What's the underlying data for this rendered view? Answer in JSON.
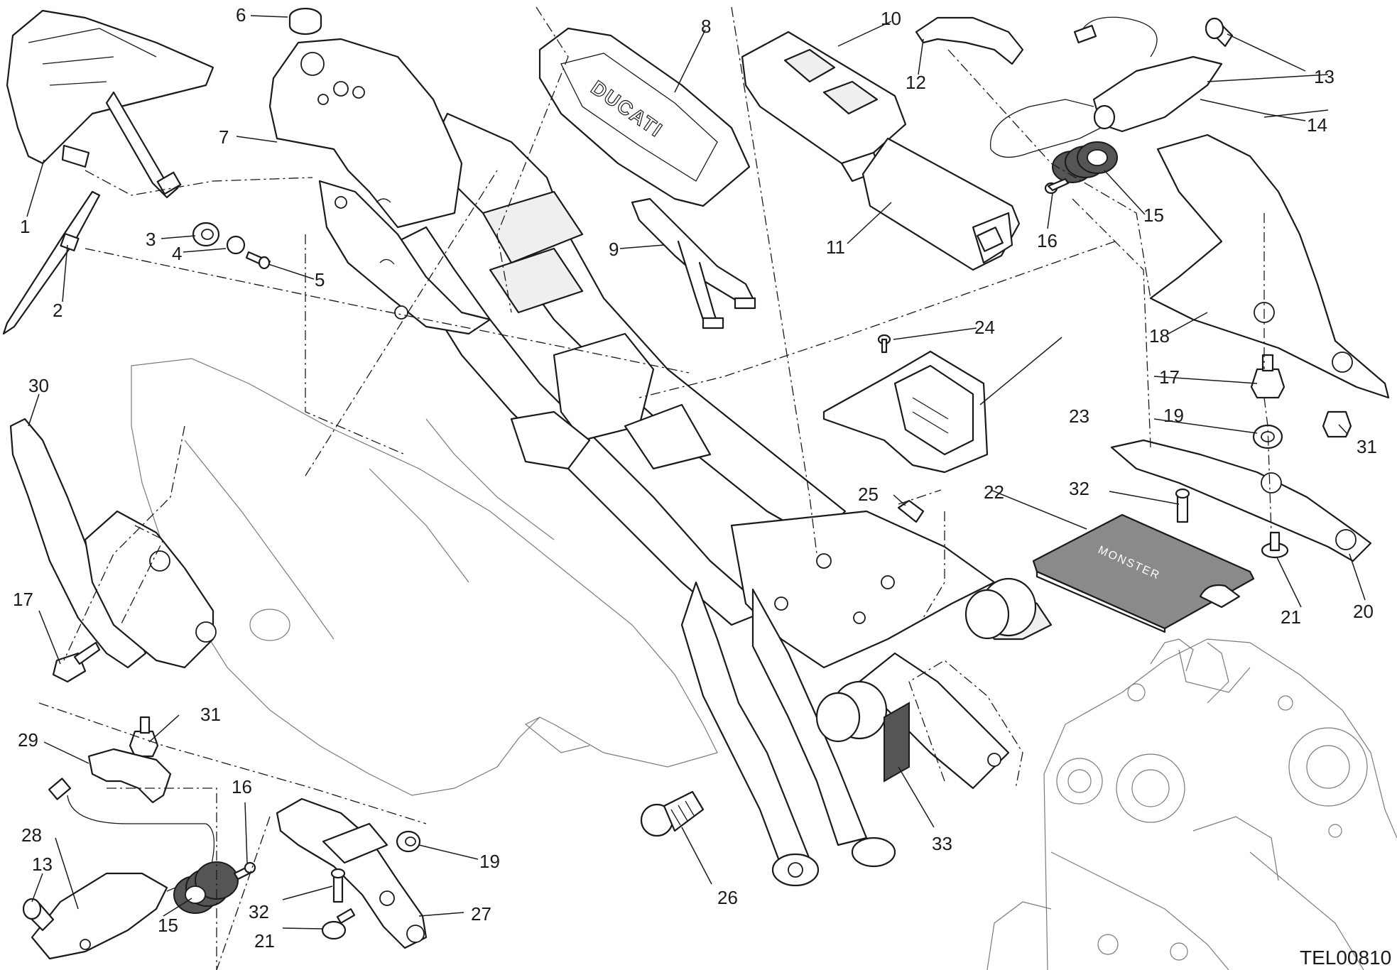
{
  "drawing_code": "TEL00810",
  "brand_marks": {
    "tail_cover": "DUCATI",
    "manual": "MONSTER"
  },
  "callouts": [
    {
      "id": "c1",
      "text": "1"
    },
    {
      "id": "c2",
      "text": "2"
    },
    {
      "id": "c3",
      "text": "3"
    },
    {
      "id": "c4",
      "text": "4"
    },
    {
      "id": "c5",
      "text": "5"
    },
    {
      "id": "c6",
      "text": "6"
    },
    {
      "id": "c7",
      "text": "7"
    },
    {
      "id": "c8",
      "text": "8"
    },
    {
      "id": "c9",
      "text": "9"
    },
    {
      "id": "c10",
      "text": "10"
    },
    {
      "id": "c11",
      "text": "11"
    },
    {
      "id": "c12",
      "text": "12"
    },
    {
      "id": "c13a",
      "text": "13"
    },
    {
      "id": "c14",
      "text": "14"
    },
    {
      "id": "c15a",
      "text": "15"
    },
    {
      "id": "c16a",
      "text": "16"
    },
    {
      "id": "c17a",
      "text": "17"
    },
    {
      "id": "c18",
      "text": "18"
    },
    {
      "id": "c19a",
      "text": "19"
    },
    {
      "id": "c20",
      "text": "20"
    },
    {
      "id": "c21a",
      "text": "21"
    },
    {
      "id": "c22",
      "text": "22"
    },
    {
      "id": "c23",
      "text": "23"
    },
    {
      "id": "c24",
      "text": "24"
    },
    {
      "id": "c25",
      "text": "25"
    },
    {
      "id": "c26",
      "text": "26"
    },
    {
      "id": "c27",
      "text": "27"
    },
    {
      "id": "c28",
      "text": "28"
    },
    {
      "id": "c29",
      "text": "29"
    },
    {
      "id": "c30",
      "text": "30"
    },
    {
      "id": "c31a",
      "text": "31"
    },
    {
      "id": "c31b",
      "text": "31"
    },
    {
      "id": "c32a",
      "text": "32"
    },
    {
      "id": "c32b",
      "text": "32"
    },
    {
      "id": "c17b",
      "text": "17"
    },
    {
      "id": "c16b",
      "text": "16"
    },
    {
      "id": "c13b",
      "text": "13"
    },
    {
      "id": "c15b",
      "text": "15"
    },
    {
      "id": "c19b",
      "text": "19"
    },
    {
      "id": "c21b",
      "text": "21"
    },
    {
      "id": "c33",
      "text": "33"
    }
  ]
}
